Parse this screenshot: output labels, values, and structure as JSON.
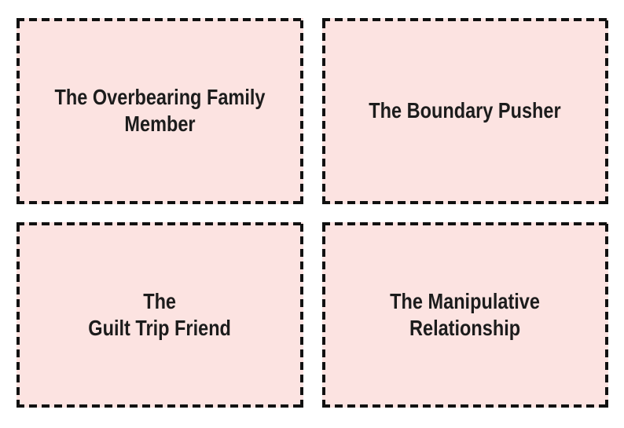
{
  "colors": {
    "page_background": "#ffffff",
    "card_background": "#fce3e1",
    "card_border": "#111111",
    "card_text": "#1c1c1c"
  },
  "cards": [
    {
      "full_text": "The Overbearing Family Member",
      "lines": [
        "The Overbearing Family",
        "Member"
      ]
    },
    {
      "full_text": "The Boundary Pusher",
      "lines": [
        "The Boundary Pusher"
      ]
    },
    {
      "full_text": "The Guilt Trip Friend",
      "lines": [
        "The",
        "Guilt Trip Friend"
      ]
    },
    {
      "full_text": "The Manipulative Relationship",
      "lines": [
        "The Manipulative",
        "Relationship"
      ]
    }
  ]
}
